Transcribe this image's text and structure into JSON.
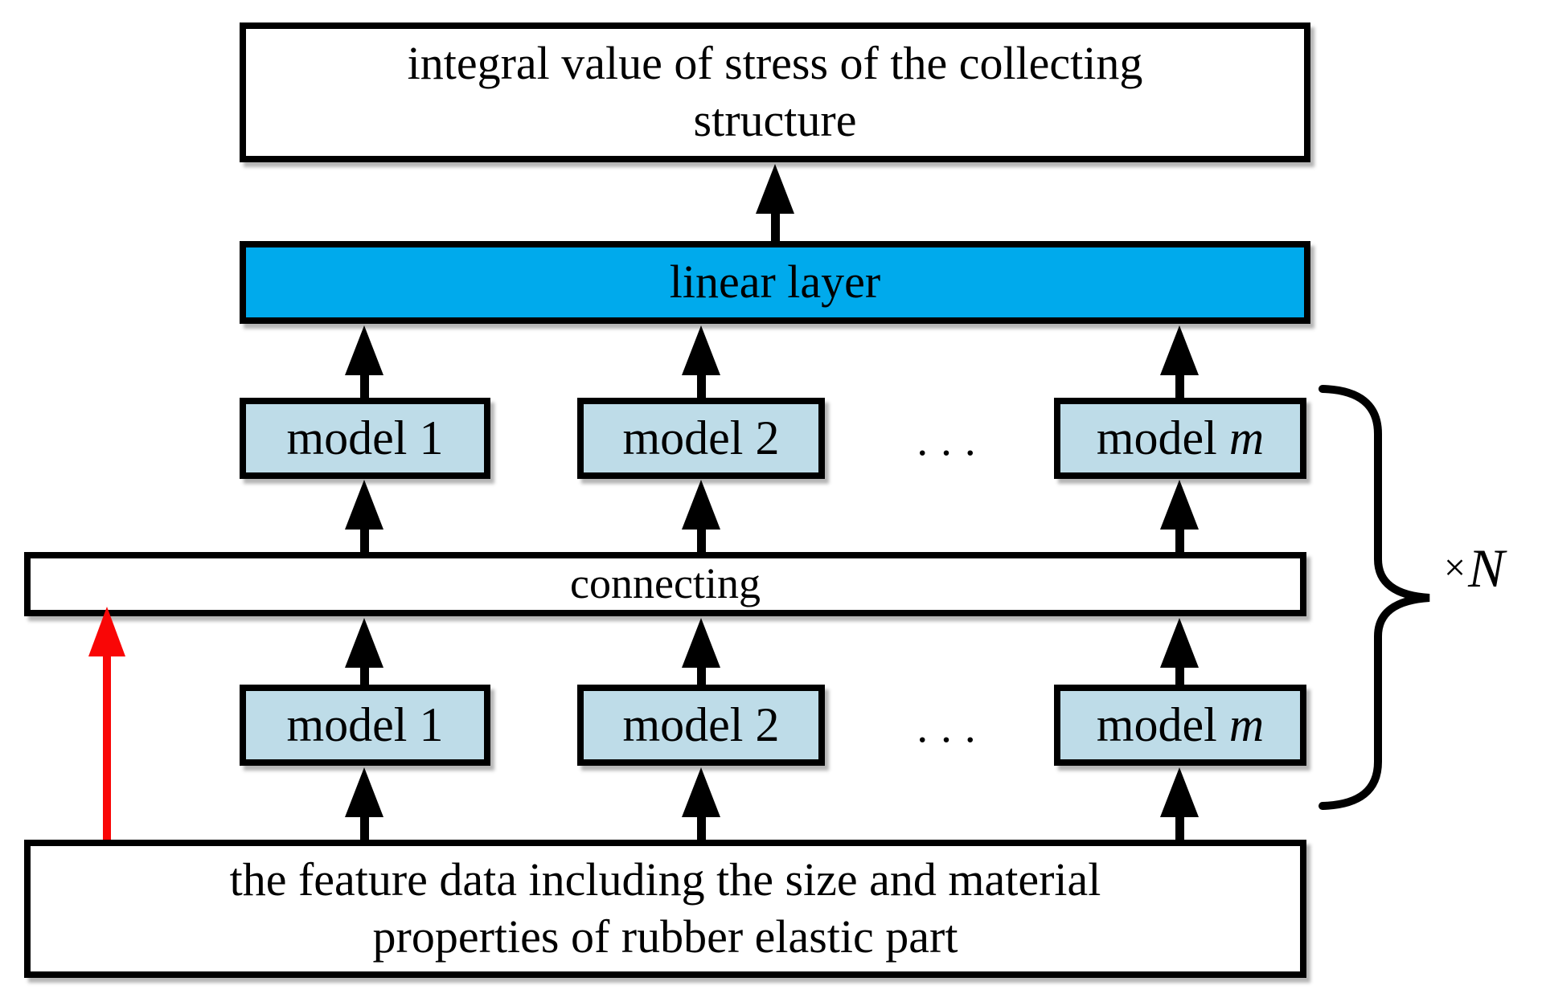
{
  "diagram": {
    "output_box": {
      "line1": "integral value of stress of the collecting",
      "line2": "structure"
    },
    "linear_layer_label": "linear layer",
    "models": [
      {
        "prefix": "model ",
        "suffix": "1"
      },
      {
        "prefix": "model ",
        "suffix": "2"
      },
      {
        "prefix": "model ",
        "suffix": "m"
      }
    ],
    "ellipsis": "...",
    "connecting_label": "connecting",
    "input_box": {
      "line1": "the feature data including the size and material",
      "line2": "properties of rubber elastic part"
    },
    "repeat": {
      "times": "×",
      "n": "N"
    },
    "colors": {
      "linear_layer": "#00AAEC",
      "model_box": "#BEDCE8",
      "arrow_red": "#F90606",
      "stroke": "#000000"
    }
  }
}
